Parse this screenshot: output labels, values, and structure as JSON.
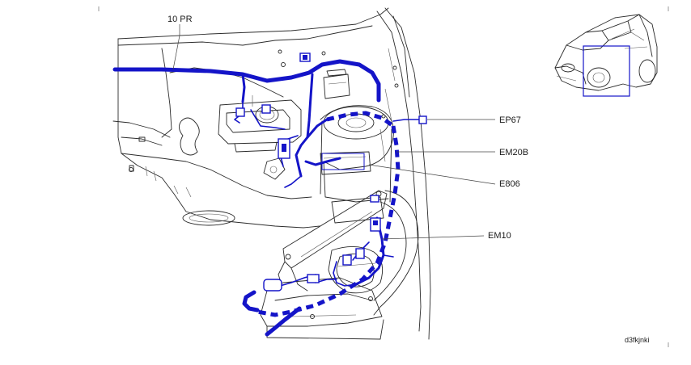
{
  "labels": {
    "pr10": "10 PR",
    "ep67": "EP67",
    "em20b": "EM20B",
    "e806": "E806",
    "em10": "EM10"
  },
  "reference_code": "d3fkjnki",
  "colors": {
    "harness": "#1414c8",
    "linework": "#2b2b2b",
    "background": "#ffffff"
  }
}
